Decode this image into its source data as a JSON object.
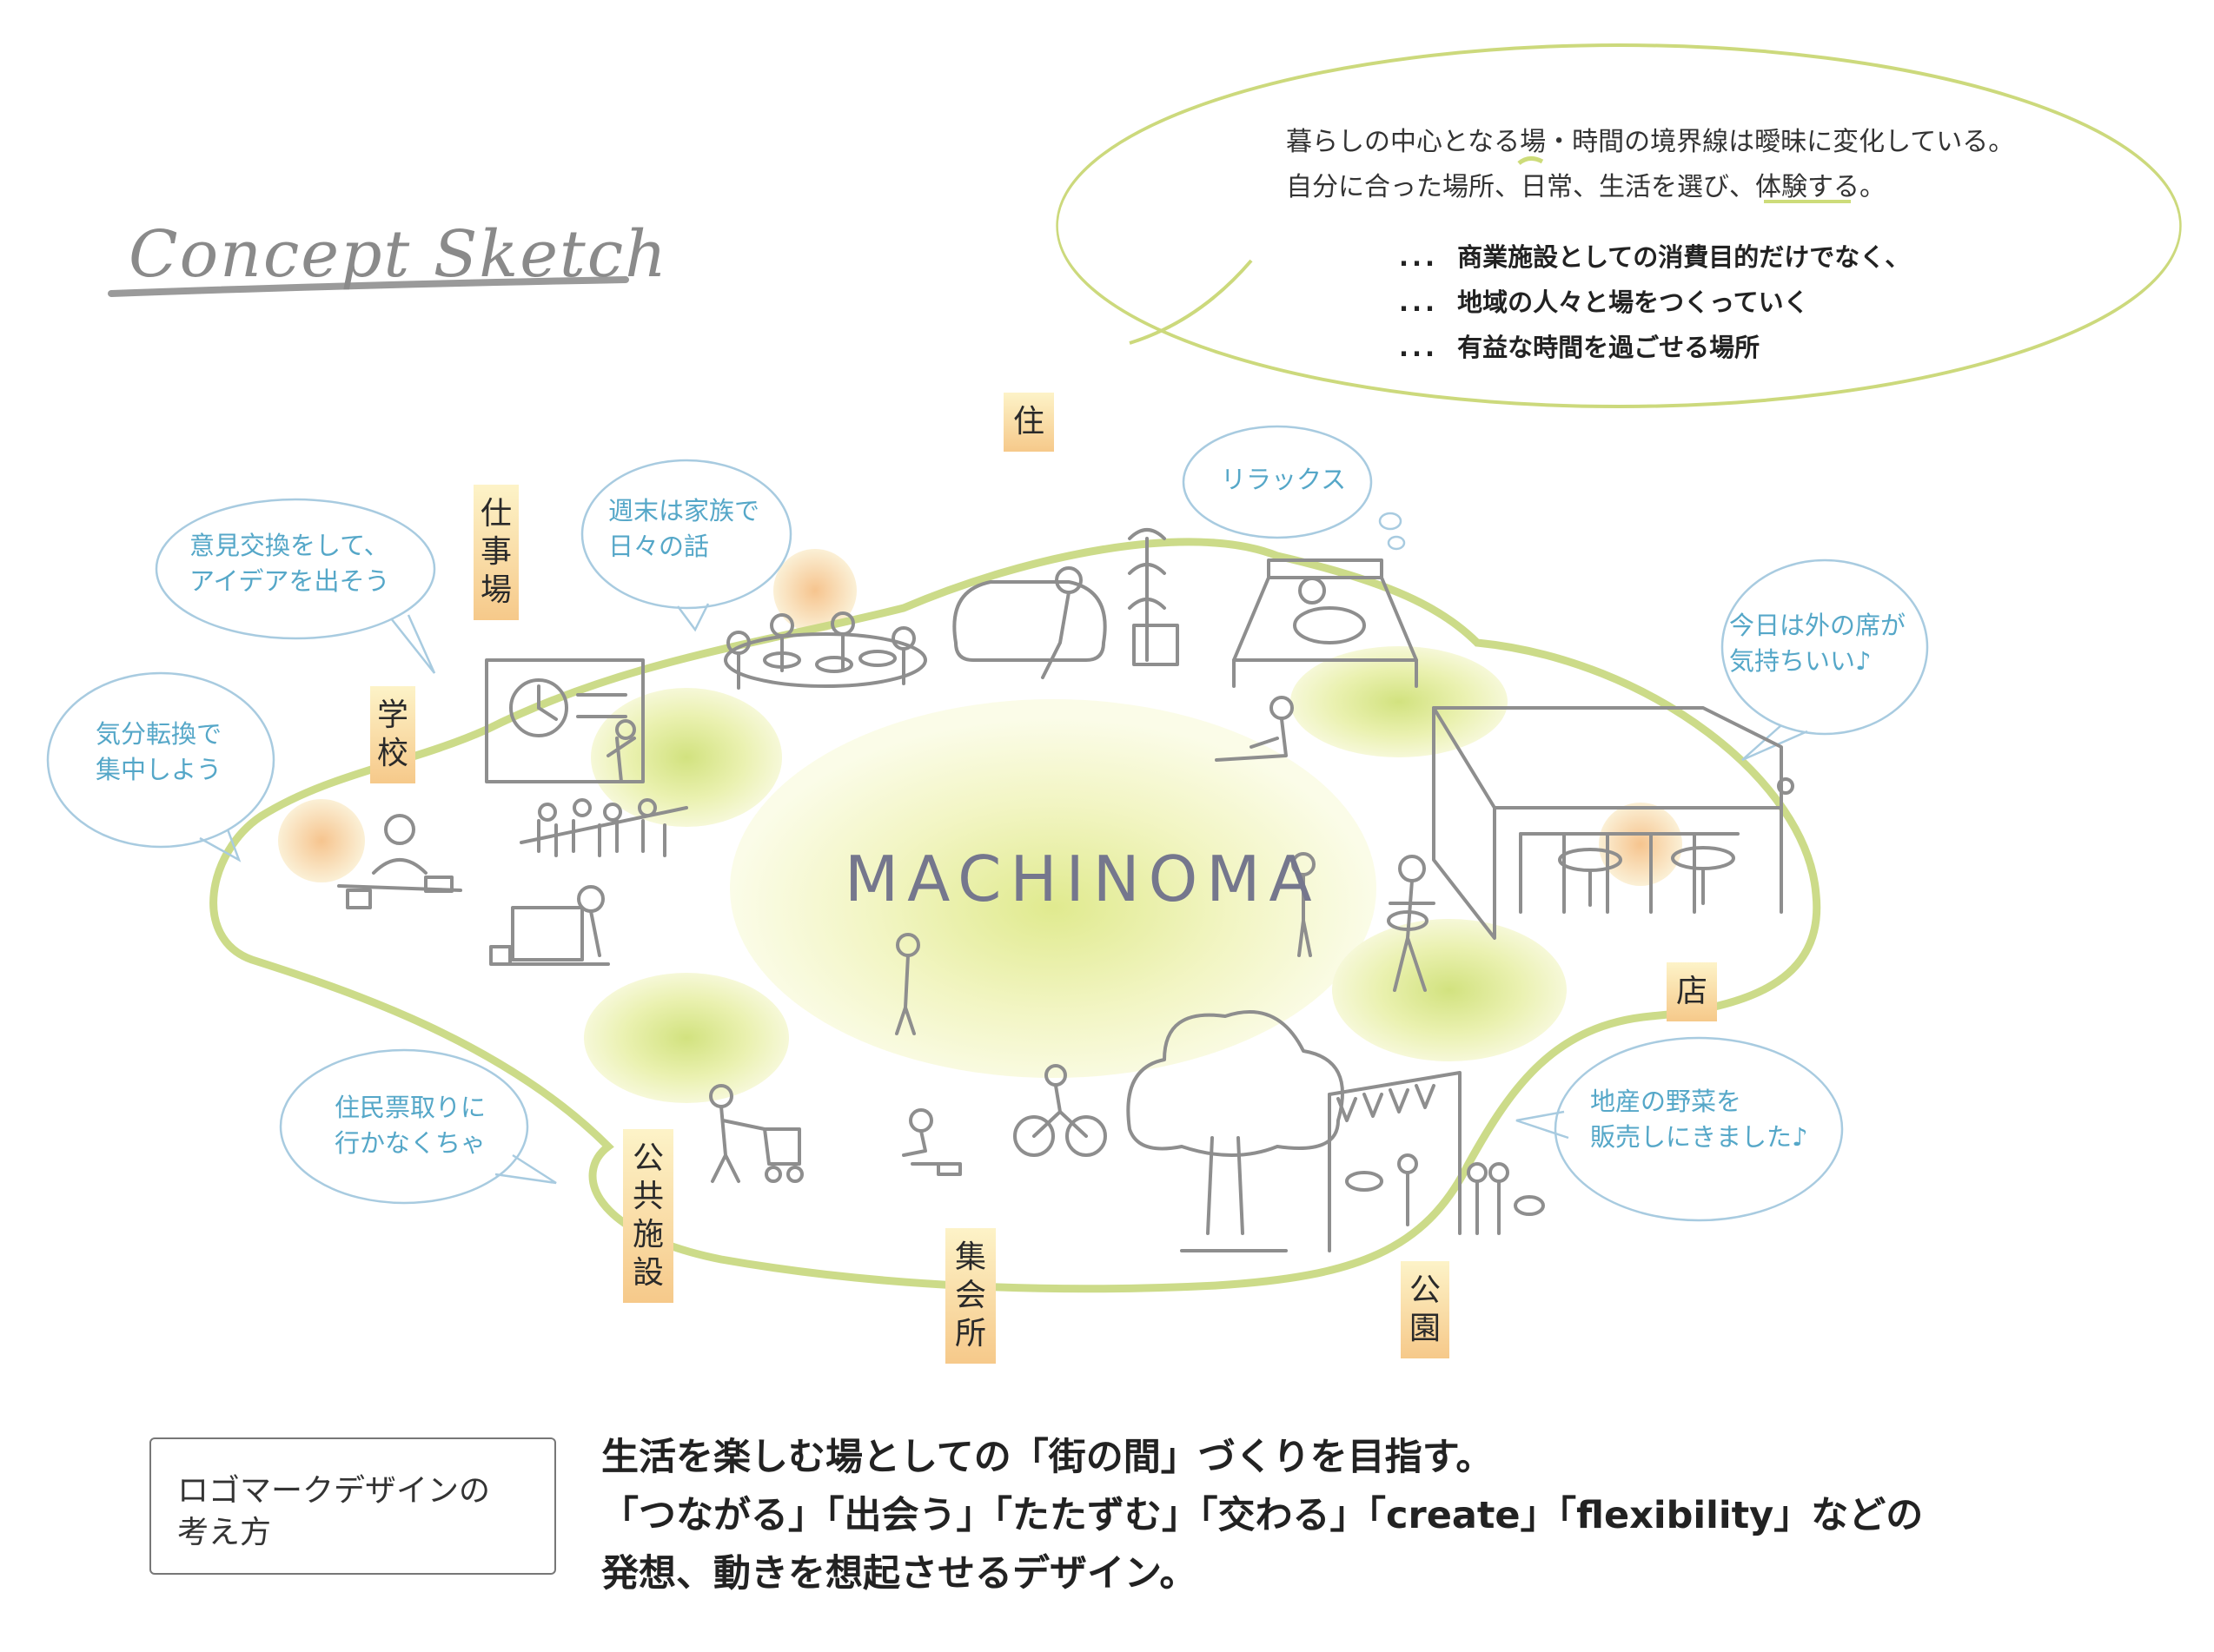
{
  "title": "Concept Sketch",
  "intro": {
    "line1": "暮らしの中心となる場・時間の境界線は曖昧に変化している。",
    "line2": "自分に合った場所、日常、生活を選び、体験する。",
    "points": [
      "商業施設としての消費目的だけでなく、",
      "地域の人々と場をつくっていく",
      "有益な時間を過ごせる場所"
    ],
    "dots": "..."
  },
  "center_label": "MACHINOMA",
  "places": {
    "ju": "住",
    "shigotoba": "仕事場",
    "gakko": "学校",
    "mise": "店",
    "koen": "公園",
    "shukaijo": "集会所",
    "kokyo": "公共施設"
  },
  "bubbles": {
    "opinion": [
      "意見交換をして、",
      "アイデアを出そう"
    ],
    "family": [
      "週末は家族で",
      "日々の話"
    ],
    "relax": [
      "リラックス"
    ],
    "outdoor": [
      "今日は外の席が",
      "気持ちいい♪"
    ],
    "refresh": [
      "気分転換で",
      "集中しよう"
    ],
    "resident": [
      "住民票取りに",
      "行かなくちゃ"
    ],
    "veg": [
      "地産の野菜を",
      "販売しにきました♪"
    ]
  },
  "logo_box": [
    "ロゴマークデザインの",
    "考え方"
  ],
  "philosophy": [
    "生活を楽しむ場としての「街の間」づくりを目指す。",
    "「つながる」「出会う」「たたずむ」「交わる」「create」「flexibility」などの",
    "発想、動きを想起させるデザイン。"
  ],
  "colors": {
    "loop": "#c9d983",
    "center_glow": "#e5ec9a",
    "bubble_text": "#55a7c8",
    "bubble_line": "#a8cbe0",
    "tag_top": "#fdf3c8",
    "tag_bottom": "#f6c98a",
    "sketch": "#8e8e8e"
  }
}
